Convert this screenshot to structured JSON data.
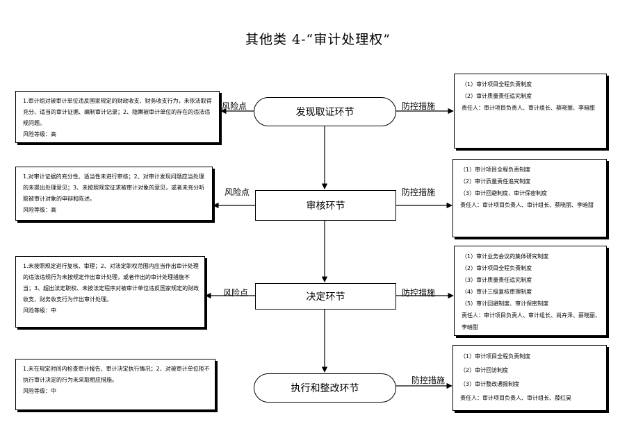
{
  "title": "其他类 4-“审计处理权”",
  "labels": {
    "risk": "风险点",
    "control": "防控措施"
  },
  "stages": [
    {
      "name": "发现取证环节",
      "risk_text": "1.审计组对被审计单位违反国家规定的财政收支、财务收支行为，未依法取得充分、适当的审计证据、编制审计记录；2、隐瞒被审计单位的存在的违法违规问题。",
      "risk_level": "风险等级：高",
      "controls": [
        "（1）审计项目全程负责制度",
        "（2）审计质量责任追究制度"
      ],
      "responsible": "责任人：审计项目负责人、审计组长、蔡晓丽、李暗甜"
    },
    {
      "name": "审核环节",
      "risk_text": "1.对审计证据的充分性、适当性未进行审核；2、对审计发现问题应当处理的未提出处理意见；3、未按照规定征求被审计对象的意见，或者未充分听取被审计对象的申辩和陈述。",
      "risk_level": "风险等级：高",
      "controls": [
        "（1）审计项目全程负责制度",
        "（2）审计质量责任追究制度",
        "（3）审计回避制度、审计保密制度"
      ],
      "responsible": "责任人：审计项目负责人、审计组长、蔡晓丽、李暗甜"
    },
    {
      "name": "决定环节",
      "risk_text": "1.未按照规定进行复核、审理；2、对法定职权范围内应当作出审计处理的违法违规行为未按规定作出审计处理，或者作出的审计处理措施不当；3、超出法定职权、未按法定程序对被审计单位违反国家规定的财政收支、财务收支行为作出审计处理。",
      "risk_level": "风险等级：中",
      "controls": [
        "（1）审计业务会议的集体研究制度",
        "（2）审计项目全程负责制度",
        "（3）审计质量责任追究制度",
        "（4）审计三级复核审理制度",
        "（5）审计回避制度、审计保密制度"
      ],
      "responsible": "责任人：审计项目负责人、审计组长、尚卉泽、蔡晓丽、李暗甜"
    },
    {
      "name": "执行和整改环节",
      "risk_text": "1.未在规定时间内检查审计报告、审计决定执行情况；2、对被审计单位拒不执行审计决定的行为未采取相应措施。",
      "risk_level": "风险等级：中",
      "controls": [
        "（1）审计项目全程负责制度",
        "（2）审计回访制度",
        "（3）审计整改通报制度"
      ],
      "responsible": "责任人：审计项目负责人、审计组长、薛红昊"
    }
  ]
}
